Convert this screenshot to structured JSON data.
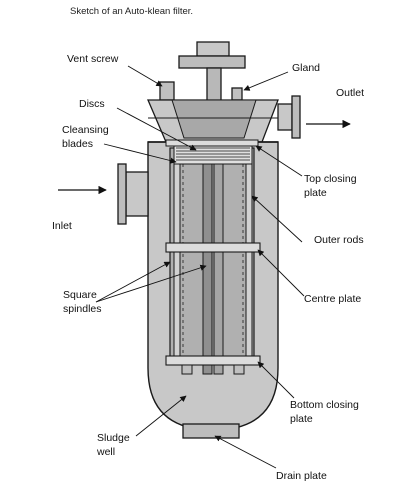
{
  "caption": "Sketch of an Auto-klean filter.",
  "labels": {
    "vent_screw": "Vent screw",
    "gland": "Gland",
    "outlet": "Outlet",
    "discs": "Discs",
    "cleansing_1": "Cleansing",
    "cleansing_2": "blades",
    "top_closing_1": "Top closing",
    "top_closing_2": "plate",
    "inlet": "Inlet",
    "outer_rods": "Outer rods",
    "square_1": "Square",
    "square_2": "spindles",
    "centre_plate": "Centre plate",
    "bottom_closing_1": "Bottom closing",
    "bottom_closing_2": "plate",
    "sludge_1": "Sludge",
    "sludge_2": "well",
    "drain_plate": "Drain plate"
  },
  "colors": {
    "body_fill": "#c8c8c8",
    "body_dark": "#9a9a9a",
    "outline": "#1a1a1a"
  }
}
